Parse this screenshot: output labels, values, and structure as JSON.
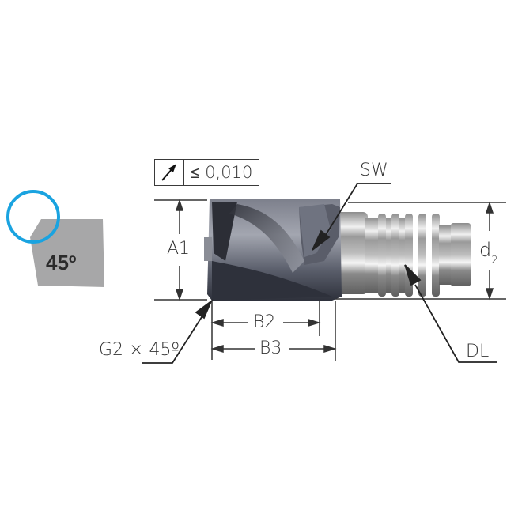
{
  "badge": {
    "angle_label": "45º",
    "colors": {
      "circle": "#1aa3e0",
      "shape": "#a7a7a8",
      "text": "#2b2b2b"
    }
  },
  "tolerance_frame": {
    "symbol": "circular-runout-arrow",
    "value": "≤ 0,010"
  },
  "dimensions": {
    "A1": "A1",
    "SW": "SW",
    "d2_main": "d",
    "d2_sub": "2",
    "B2": "B2",
    "B3": "B3",
    "G2": "G2 × 45º",
    "DL": "DL"
  },
  "colors": {
    "line": "#333333",
    "tool_dark": "#3e4250",
    "tool_mid": "#6b6f7c",
    "tool_light": "#b9bcc4",
    "shank": "#9a9a9a",
    "shank_light": "#e8e8e8"
  }
}
